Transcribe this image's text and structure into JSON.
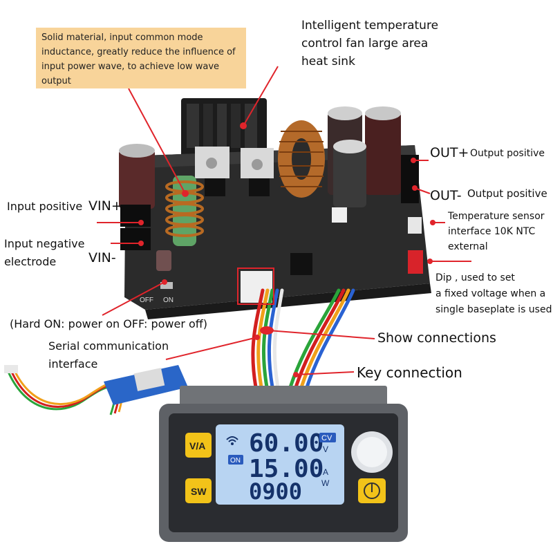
{
  "callouts": {
    "solid_material": "Solid material, input common mode inductance, greatly reduce the influence of input power wave, to achieve low wave output",
    "fan": [
      "Intelligent temperature",
      "control fan large area",
      "heat sink"
    ],
    "out_plus_symbol": "OUT+",
    "out_plus_text": "Output positive",
    "out_minus_symbol": "OUT-",
    "out_minus_text": "Output positive",
    "temp_sensor": [
      "Temperature sensor",
      "interface 10K NTC",
      "external"
    ],
    "dip": [
      "Dip , used to set",
      "a fixed voltage when a",
      "single baseplate is used"
    ],
    "vin_plus_text": "Input positive",
    "vin_plus_symbol": "VIN+",
    "vin_minus_text": [
      "Input negative",
      "electrode"
    ],
    "vin_minus_symbol": "VIN-",
    "hard_on": "(Hard ON: power on OFF: power off)",
    "serial": [
      "Serial communication",
      "interface"
    ],
    "show_connections": "Show connections",
    "key_connection": "Key connection"
  },
  "display": {
    "va_button": "V/A",
    "sw_button": "SW",
    "on_badge": "ON",
    "voltage": "60.00",
    "current": "15.00",
    "power": "0900",
    "cv_badge": "CV",
    "unit_v": "V",
    "unit_a": "A",
    "unit_w": "W"
  },
  "board_silkscreen": {
    "off": "OFF",
    "on": "ON"
  },
  "colors": {
    "callout_line": "#e0242b",
    "note_bg": "#f8d49a",
    "pcb": "#2b2b2b",
    "lcd_bg": "#b8d4f2",
    "lcd_digits": "#15326a",
    "button_yellow": "#f2c319",
    "panel_gray": "#5e6166"
  }
}
